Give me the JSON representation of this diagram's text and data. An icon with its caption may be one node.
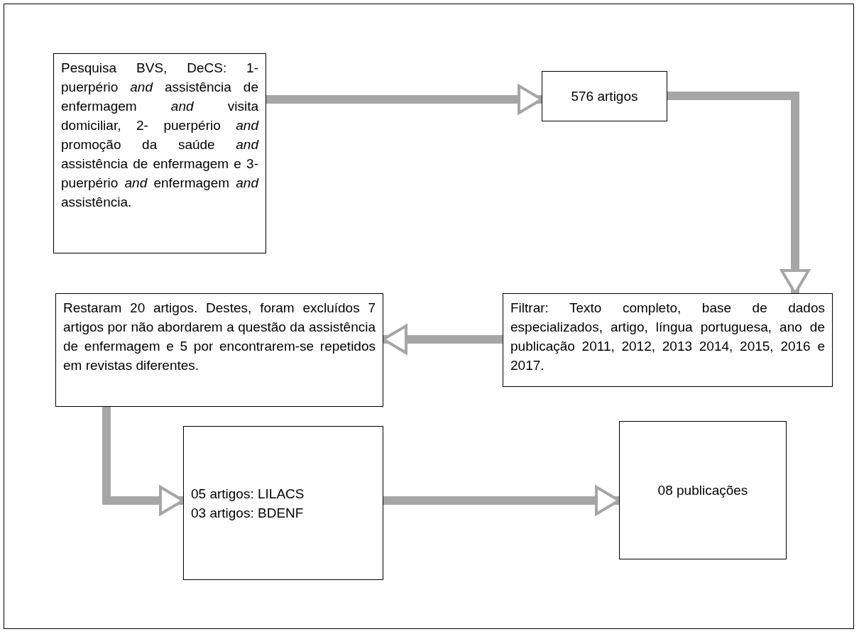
{
  "diagram": {
    "nodes": [
      {
        "text": [
          "Pesquisa BVS, DeCS: 1- puerpério *and* assistência de enfermagem *and* visita domiciliar, 2- puerpério *and* promoção da saúde *and* assistência de enfermagem e 3- puerpério *and* enfermagem *and* assistência."
        ]
      },
      {
        "text": [
          "576 artigos"
        ]
      },
      {
        "text": [
          "Restaram 20 artigos. Destes, foram excluídos 7 artigos por não abordarem a questão da assistência de enfermagem e 5 por encontrarem-se repetidos em revistas diferentes."
        ]
      },
      {
        "text": [
          "Filtrar: Texto completo, base de dados especializados, artigo, língua portuguesa, ano de publicação 2011, 2012, 2013 2014, 2015, 2016 e 2017."
        ]
      },
      {
        "text": [
          "05 artigos: LILACS",
          "03 artigos: BDENF"
        ]
      },
      {
        "text": [
          "08 publicações"
        ]
      }
    ],
    "edges": [
      {
        "from": 0,
        "to": 1,
        "arrow": "to"
      },
      {
        "from": 1,
        "to": 3,
        "arrow": "to"
      },
      {
        "from": 3,
        "to": 2,
        "arrow": "to"
      },
      {
        "from": 2,
        "to": 4,
        "arrow": "to"
      },
      {
        "from": 4,
        "to": 5,
        "arrow": "to"
      }
    ]
  }
}
